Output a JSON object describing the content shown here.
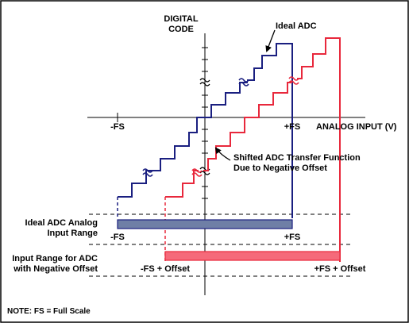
{
  "labels": {
    "y_axis_line1": "DIGITAL",
    "y_axis_line2": "CODE",
    "x_axis": "ANALOG INPUT (V)",
    "neg_fs": "-FS",
    "pos_fs": "+FS",
    "ideal_adc": "Ideal ADC",
    "shifted_line1": "Shifted ADC Transfer Function",
    "shifted_line2": "Due to Negative Offset",
    "ideal_range_line1": "Ideal ADC Analog",
    "ideal_range_line2": "Input Range",
    "ideal_range_left": "-FS",
    "ideal_range_right": "+FS",
    "offset_range_line1": "Input Range for ADC",
    "offset_range_line2": "with Negative Offset",
    "offset_range_left": "-FS + Offset",
    "offset_range_right": "+FS + Offset",
    "note": "NOTE: FS = Full Scale"
  },
  "colors": {
    "ideal": "#1a1f80",
    "shifted": "#e8283c",
    "ideal_bar_fill": "#6f7fa6",
    "offset_bar_fill": "#f56a7a",
    "axis": "#000000"
  }
}
